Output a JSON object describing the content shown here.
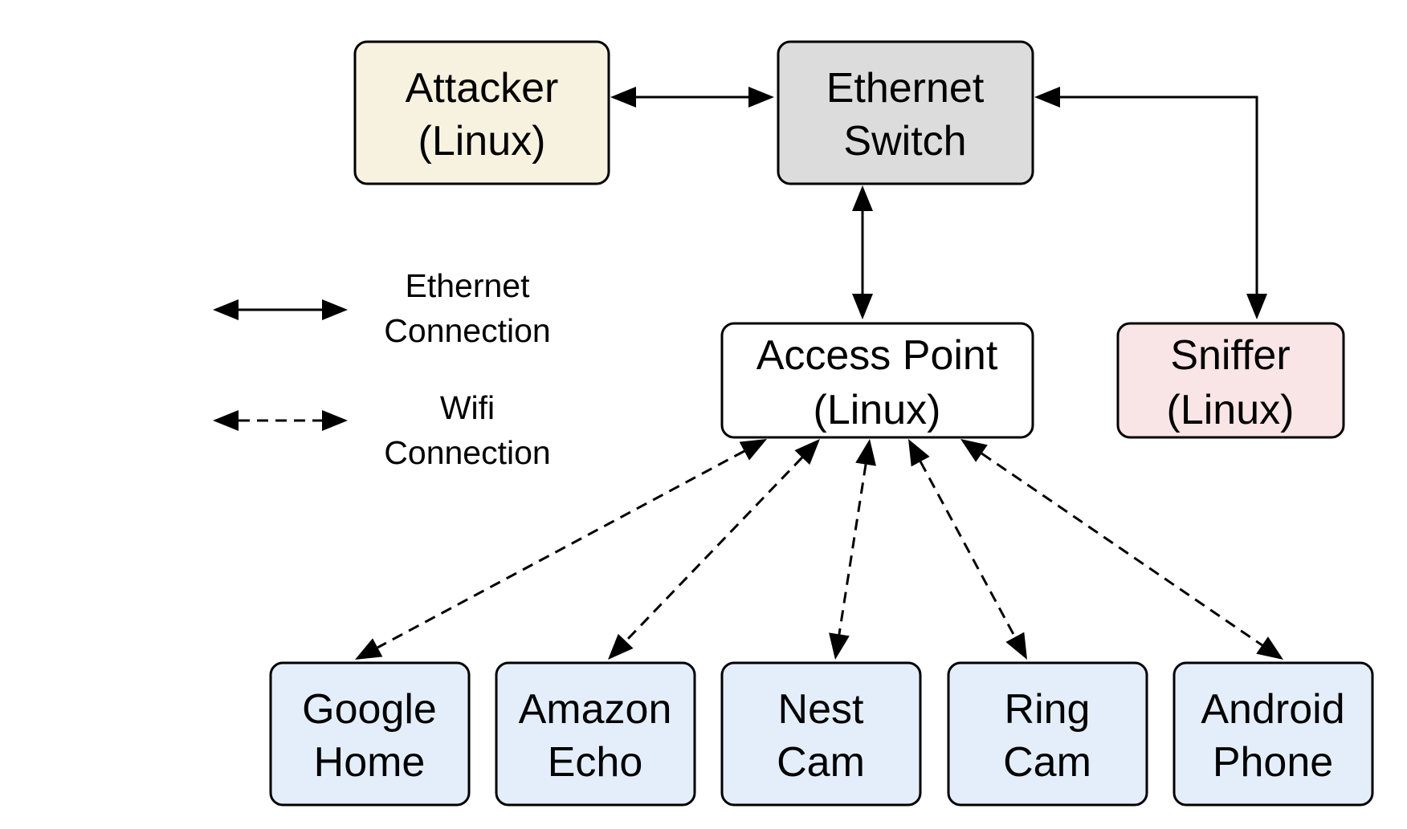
{
  "colors": {
    "attacker_fill": "#f7f2df",
    "switch_fill": "#dcdcdc",
    "access_point_fill": "#ffffff",
    "sniffer_fill": "#f9e4e6",
    "device_fill": "#e4eefa",
    "line": "#000000"
  },
  "nodes": {
    "attacker": {
      "line1": "Attacker",
      "line2": "(Linux)"
    },
    "ethernet_switch": {
      "line1": "Ethernet",
      "line2": "Switch"
    },
    "access_point": {
      "line1": "Access Point",
      "line2": "(Linux)"
    },
    "sniffer": {
      "line1": "Sniffer",
      "line2": "(Linux)"
    },
    "google_home": {
      "line1": "Google",
      "line2": "Home"
    },
    "amazon_echo": {
      "line1": "Amazon",
      "line2": "Echo"
    },
    "nest_cam": {
      "line1": "Nest",
      "line2": "Cam"
    },
    "ring_cam": {
      "line1": "Ring",
      "line2": "Cam"
    },
    "android_phone": {
      "line1": "Android",
      "line2": "Phone"
    }
  },
  "legend": {
    "ethernet": {
      "line1": "Ethernet",
      "line2": "Connection",
      "style": "solid"
    },
    "wifi": {
      "line1": "Wifi",
      "line2": "Connection",
      "style": "dashed"
    }
  },
  "edges": [
    {
      "from": "attacker",
      "to": "ethernet_switch",
      "type": "ethernet",
      "direction": "bidirectional"
    },
    {
      "from": "ethernet_switch",
      "to": "access_point",
      "type": "ethernet",
      "direction": "bidirectional"
    },
    {
      "from": "ethernet_switch",
      "to": "sniffer",
      "type": "ethernet",
      "direction": "bidirectional"
    },
    {
      "from": "access_point",
      "to": "google_home",
      "type": "wifi",
      "direction": "bidirectional"
    },
    {
      "from": "access_point",
      "to": "amazon_echo",
      "type": "wifi",
      "direction": "bidirectional"
    },
    {
      "from": "access_point",
      "to": "nest_cam",
      "type": "wifi",
      "direction": "bidirectional"
    },
    {
      "from": "access_point",
      "to": "ring_cam",
      "type": "wifi",
      "direction": "bidirectional"
    },
    {
      "from": "access_point",
      "to": "android_phone",
      "type": "wifi",
      "direction": "bidirectional"
    }
  ]
}
